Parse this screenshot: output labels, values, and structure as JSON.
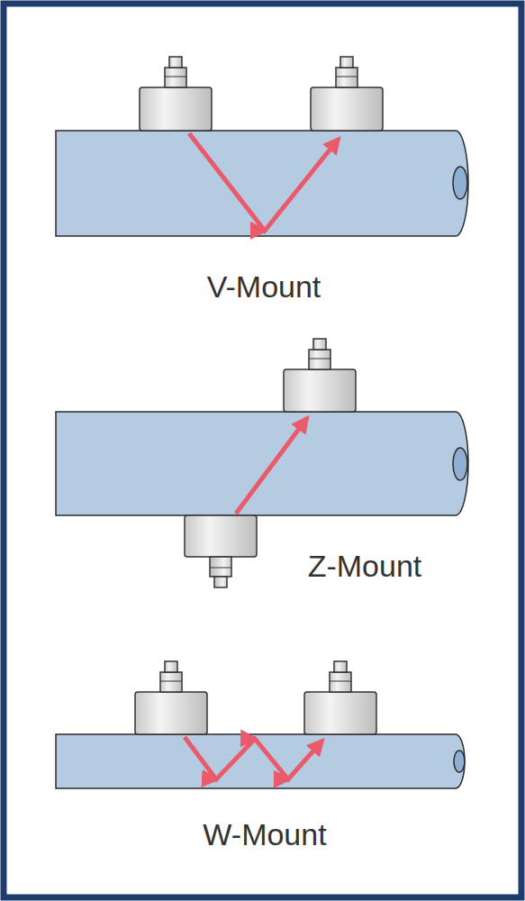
{
  "diagram": {
    "labels": [
      "V-Mount",
      "Z-Mount",
      "W-Mount"
    ]
  }
}
